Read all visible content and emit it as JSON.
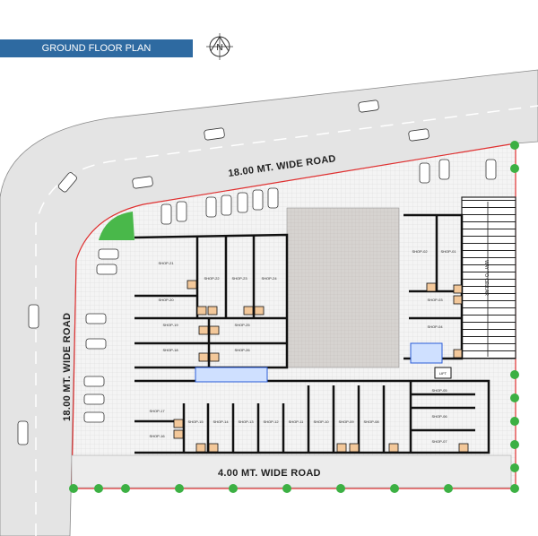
{
  "header": {
    "title": "GROUND FLOOR PLAN",
    "north_label": "N"
  },
  "roads": {
    "top": "18.00 MT. WIDE ROAD",
    "left": "18.00 MT. WIDE ROAD",
    "bottom": "4.00 MT. WIDE ROAD"
  },
  "labels": {
    "ramp": "WAY TO CELLAR",
    "lift": "LIFT"
  },
  "shops": [
    "SHOP-21",
    "SHOP-22",
    "SHOP-23",
    "SHOP-24",
    "SHOP-20",
    "SHOP-19",
    "SHOP-25",
    "SHOP-18",
    "SHOP-26",
    "SHOP-02",
    "SHOP-01",
    "SHOP-03",
    "SHOP-04",
    "SHOP-17",
    "SHOP-16",
    "SHOP-15",
    "SHOP-14",
    "SHOP-13",
    "SHOP-12",
    "SHOP-11",
    "SHOP-10",
    "SHOP-09",
    "SHOP-08",
    "SHOP-05",
    "SHOP-06",
    "SHOP-07"
  ],
  "colors": {
    "title_bar": "#2e6aa1",
    "road": "#e4e4e4",
    "property_line": "#e03030",
    "wall": "#111111",
    "stair": "#2a5bd7",
    "toilet": "#f3c89a",
    "tree": "#3cb043"
  }
}
